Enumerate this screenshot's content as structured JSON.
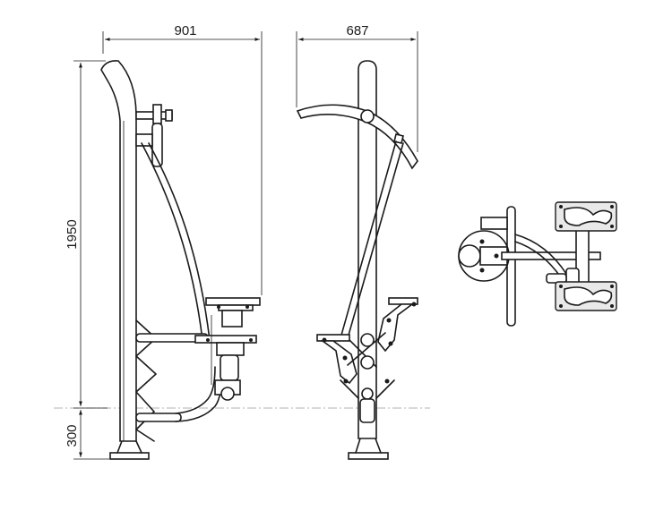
{
  "dimensions": {
    "side_width": "901",
    "front_width": "687",
    "height_above_ground": "1950",
    "depth_below_ground": "300"
  }
}
